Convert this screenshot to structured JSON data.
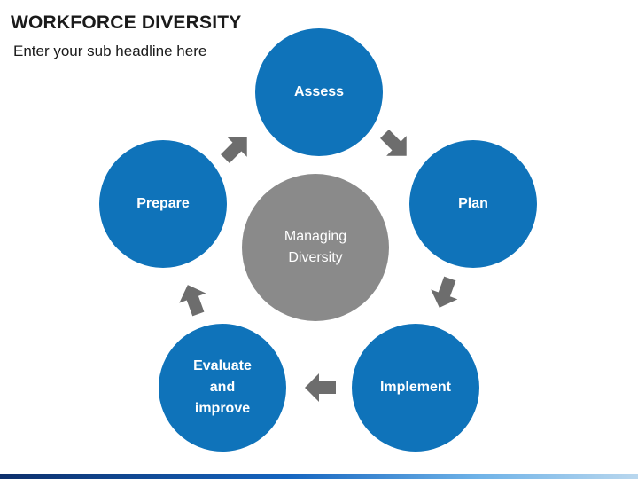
{
  "header": {
    "title": "WORKFORCE DIVERSITY",
    "subtitle": "Enter your sub headline here"
  },
  "center": {
    "line1": "Managing",
    "line2": "Diversity"
  },
  "steps": {
    "assess": "Assess",
    "plan": "Plan",
    "implement": "Implement",
    "evaluate": {
      "line1": "Evaluate",
      "line2": "and",
      "line3": "improve"
    },
    "prepare": "Prepare"
  },
  "colors": {
    "step": "#0f73ba",
    "center": "#8a8a8a",
    "arrow": "#6d6d6d"
  }
}
